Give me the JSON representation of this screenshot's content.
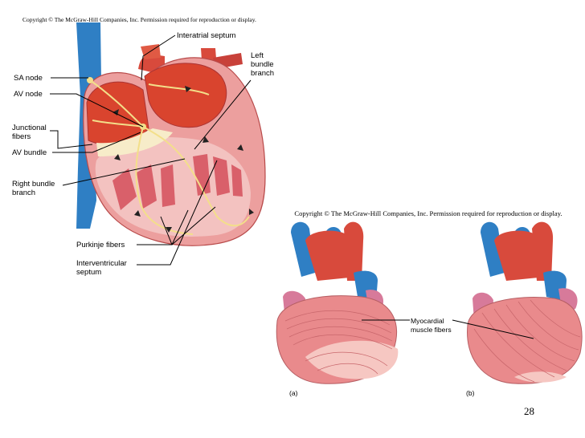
{
  "copyright_top": "Copyright © The McGraw-Hill Companies, Inc. Permission required for reproduction or display.",
  "copyright_right": "Copyright © The McGraw-Hill Companies, Inc. Permission required for reproduction or display.",
  "conduction_labels": {
    "interatrial_septum": "Interatrial septum",
    "left_bundle_branch": "Left\nbundle\nbranch",
    "sa_node": "SA node",
    "av_node": "AV node",
    "junctional_fibers": "Junctional\nfibers",
    "av_bundle": "AV bundle",
    "right_bundle_branch": "Right bundle\nbranch",
    "purkinje_fibers": "Purkinje fibers",
    "interventricular_septum": "Interventricular\nseptum"
  },
  "myocardium_labels": {
    "myocardial_muscle_fibers": "Myocardial\nmuscle fibers",
    "panel_a": "(a)",
    "panel_b": "(b)"
  },
  "slide_number": "28",
  "colors": {
    "vessel_blue": "#2f7fc4",
    "artery_red": "#d84a3c",
    "atrium_red": "#d9442e",
    "muscle_pink": "#e98a8c",
    "muscle_light": "#f6c7c2",
    "conduction_yellow": "#f3df8a",
    "auricle_mauve": "#d77a9a"
  }
}
